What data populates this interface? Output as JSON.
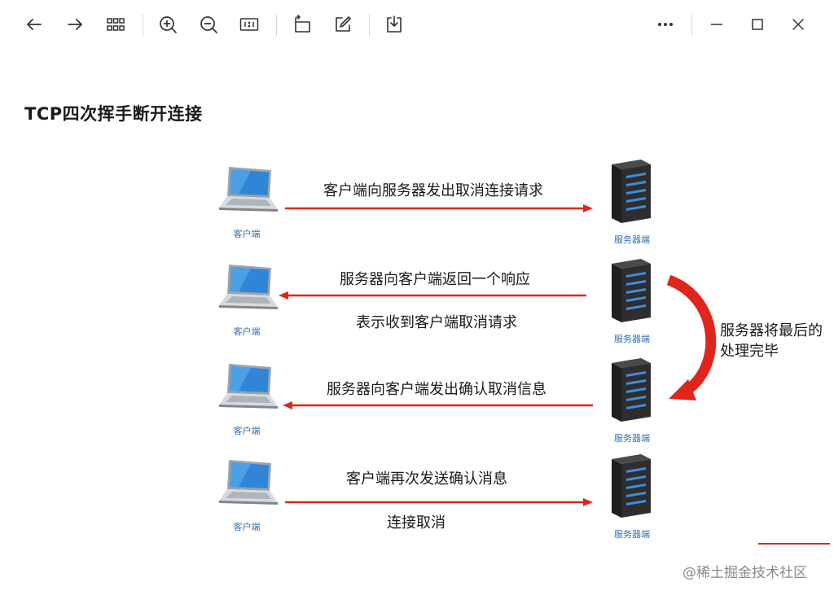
{
  "toolbar": {
    "buttons": [
      {
        "name": "back-button",
        "icon": "arrow-left-icon"
      },
      {
        "name": "forward-button",
        "icon": "arrow-right-icon"
      },
      {
        "name": "grid-view-button",
        "icon": "grid-icon"
      },
      {
        "name": "zoom-in-button",
        "icon": "zoom-in-icon"
      },
      {
        "name": "zoom-out-button",
        "icon": "zoom-out-icon"
      },
      {
        "name": "actual-size-button",
        "icon": "actual-size-icon",
        "label": "1:1"
      },
      {
        "name": "rotate-button",
        "icon": "rotate-icon"
      },
      {
        "name": "edit-button",
        "icon": "edit-icon"
      },
      {
        "name": "download-button",
        "icon": "download-icon"
      },
      {
        "name": "more-button",
        "icon": "more-icon"
      },
      {
        "name": "minimize-button",
        "icon": "minimize-icon"
      },
      {
        "name": "maximize-button",
        "icon": "maximize-icon"
      },
      {
        "name": "close-button",
        "icon": "close-icon"
      }
    ]
  },
  "slide": {
    "title": "TCP四次挥手断开连接",
    "client_label": "客户端",
    "server_label": "服务器端",
    "steps": [
      {
        "above": "客户端向服务器发出取消连接请求",
        "below": "",
        "direction": "client-to-server"
      },
      {
        "above": "服务器向客户端返回一个响应",
        "below": "表示收到客户端取消请求",
        "direction": "server-to-client"
      },
      {
        "above": "服务器向客户端发出确认取消信息",
        "below": "",
        "direction": "server-to-client"
      },
      {
        "above": "客户端再次发送确认消息",
        "below": "连接取消",
        "direction": "client-to-server"
      }
    ],
    "side_note_line1": "服务器将最后的",
    "side_note_line2": "处理完毕"
  },
  "watermark": "@稀土掘金技术社区",
  "colors": {
    "arrow": "#e0261c",
    "caption": "#2f6fb0",
    "server": "#2b2b2b",
    "laptop_screen": "#2f86d6"
  }
}
